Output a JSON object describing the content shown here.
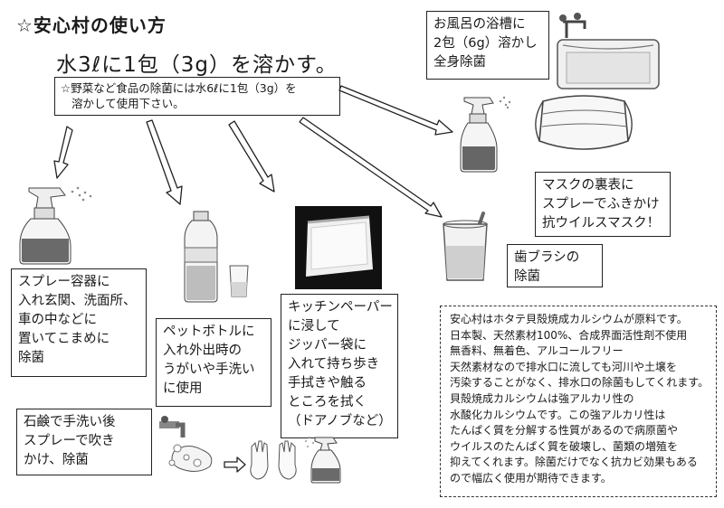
{
  "title": "☆安心村の使い方",
  "main_instruction": "水3ℓに1包（3g）を溶かす。",
  "note": {
    "line1": "☆野菜など食品の除菌には水6ℓに1包（3g）を",
    "line2": "溶かして使用下さい。"
  },
  "bath": {
    "lines": [
      "お風呂の浴槽に",
      "2包（6g）溶かし",
      "全身除菌"
    ]
  },
  "mask": {
    "lines": [
      "マスクの裏表に",
      "スプレーでふきかけ",
      "抗ウイルスマスク！"
    ]
  },
  "toothbrush": {
    "lines": [
      "歯ブラシの",
      "除菌"
    ]
  },
  "spray": {
    "lines": [
      "スプレー容器に",
      "入れ玄関、洗面所、",
      "車の中などに",
      "置いてこまめに",
      "除菌"
    ]
  },
  "bottle": {
    "lines": [
      "ペットボトルに",
      "入れ外出時の",
      "うがいや手洗い",
      "に使用"
    ]
  },
  "kitchen": {
    "lines": [
      "キッチンペーパー",
      "に浸して",
      "ジッパー袋に",
      "入れて持ち歩き",
      "手拭きや触る",
      "ところを拭く",
      "（ドアノブなど）"
    ]
  },
  "handwash": {
    "lines": [
      "石鹸で手洗い後",
      "スプレーで吹き",
      "かけ、除菌"
    ]
  },
  "info": {
    "lines": [
      "安心村はホタテ貝殻焼成カルシウムが原料です。",
      "日本製、天然素材100%、合成界面活性剤不使用",
      "無香料、無着色、アルコールフリー",
      "天然素材なので排水口に流しても河川や土壌を",
      "汚染することがなく、排水口の除菌もしてくれます。",
      "貝殻焼成カルシウムは強アルカリ性の",
      "水酸化カルシウムです。この強アルカリ性は",
      "たんぱく質を分解する性質があるので病原菌や",
      "ウイルスのたんぱく質を破壊し、菌類の増殖を",
      "抑えてくれます。除菌だけでなく抗カビ効果もある",
      "ので幅広く使用が期待できます。"
    ]
  }
}
